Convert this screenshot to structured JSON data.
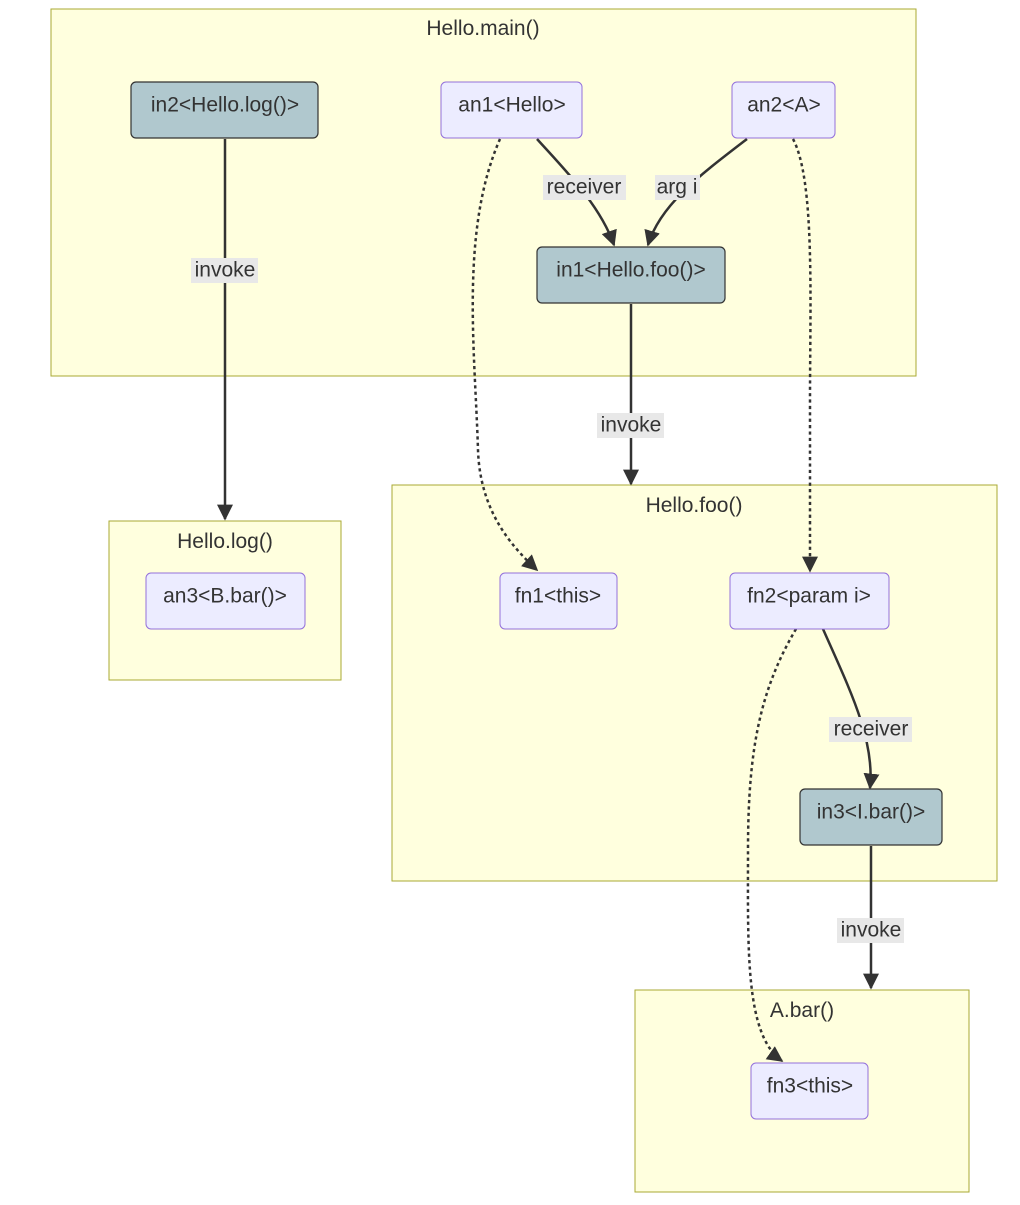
{
  "clusters": {
    "main": {
      "title": "Hello.main()"
    },
    "log": {
      "title": "Hello.log()"
    },
    "foo": {
      "title": "Hello.foo()"
    },
    "abar": {
      "title": "A.bar()"
    }
  },
  "nodes": {
    "in2": {
      "label": "in2<Hello.log()>"
    },
    "an1": {
      "label": "an1<Hello>"
    },
    "an2": {
      "label": "an2<A>"
    },
    "in1": {
      "label": "in1<Hello.foo()>"
    },
    "an3": {
      "label": "an3<B.bar()>"
    },
    "fn1": {
      "label": "fn1<this>"
    },
    "fn2": {
      "label": "fn2<param i>"
    },
    "in3": {
      "label": "in3<I.bar()>"
    },
    "fn3": {
      "label": "fn3<this>"
    }
  },
  "edges": {
    "in2_invoke": {
      "label": "invoke"
    },
    "an1_receiver": {
      "label": "receiver"
    },
    "an2_arg": {
      "label": "arg i"
    },
    "in1_invoke": {
      "label": "invoke"
    },
    "fn2_receiver": {
      "label": "receiver"
    },
    "in3_invoke": {
      "label": "invoke"
    }
  },
  "colors": {
    "cluster_fill": "#ffffde",
    "cluster_stroke": "#aaaa33",
    "a_node_fill": "#ececff",
    "a_node_stroke": "#9370db",
    "i_node_fill": "#b0c8ce",
    "edge": "#333333",
    "edge_label_bg": "#e8e8e8"
  }
}
